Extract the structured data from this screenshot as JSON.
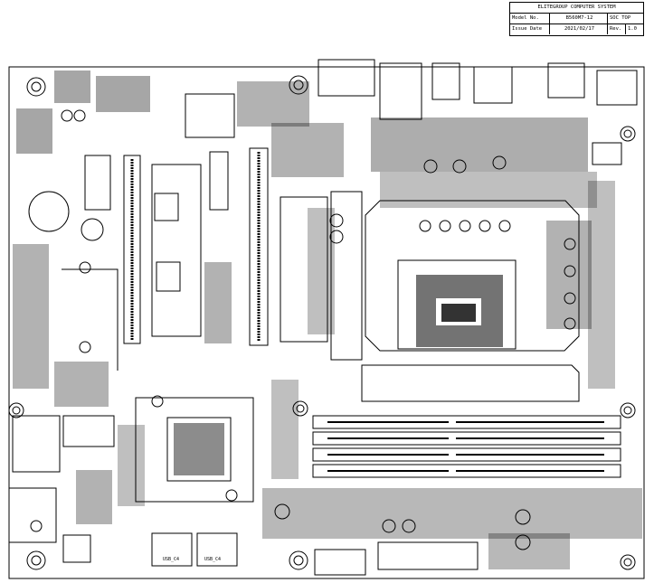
{
  "title_block": {
    "company": "ELITEGROUP COMPUTER SYSTEM",
    "model_label": "Model No.",
    "model_value": "B560M7-12",
    "side_label": "SOC TOP",
    "date_label": "Issue Date",
    "date_value": "2021/02/17",
    "rev_label": "Rev.",
    "rev_value": "1.0"
  },
  "board_labels": {
    "usb1": "USB_C4",
    "usb2": "USB_C4"
  },
  "colors": {
    "ink": "#000000",
    "paper": "#ffffff"
  }
}
